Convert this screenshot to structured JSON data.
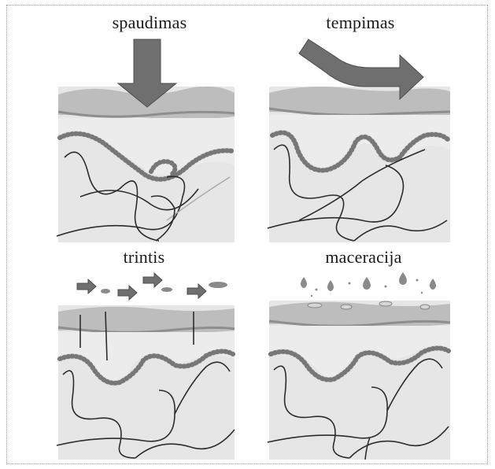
{
  "panels": {
    "pressure": {
      "label": "spaudimas"
    },
    "shear": {
      "label": "tempimas"
    },
    "friction": {
      "label": "trintis"
    },
    "maceration": {
      "label": "maceracija"
    }
  }
}
